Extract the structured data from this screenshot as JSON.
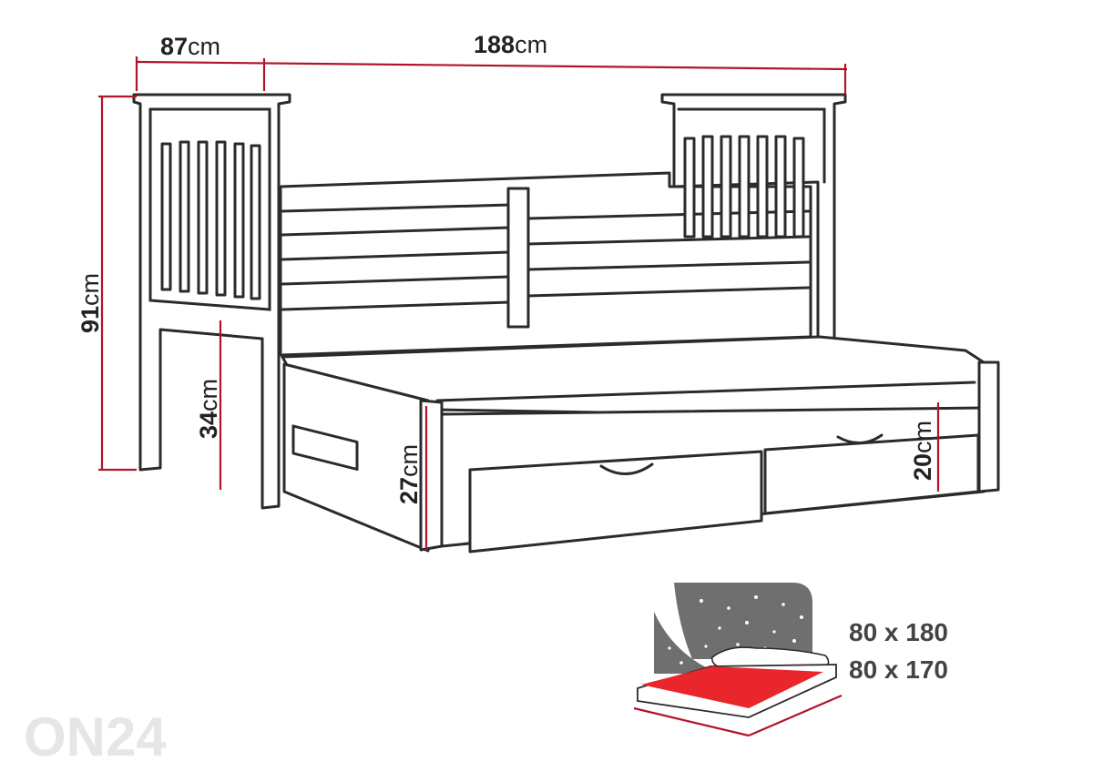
{
  "dimensions": {
    "depth": {
      "value": "87",
      "unit": "cm"
    },
    "length": {
      "value": "188",
      "unit": "cm"
    },
    "height": {
      "value": "91",
      "unit": "cm"
    },
    "seat_height": {
      "value": "34",
      "unit": "cm"
    },
    "trundle_height": {
      "value": "27",
      "unit": "cm"
    },
    "drawer_height": {
      "value": "20",
      "unit": "cm"
    }
  },
  "mattress_sizes": [
    "80 x 180",
    "80 x 170"
  ],
  "watermark": "ON24",
  "colors": {
    "dimension_line": "#b0142a",
    "outline": "#2b2b2b",
    "mattress": "#e8262b",
    "night_sky": "#6f6f6f",
    "size_text": "#444444",
    "watermark": "#e6e6e6"
  },
  "icons": [
    "bed-illustration",
    "mattress-icon",
    "star-icon"
  ]
}
